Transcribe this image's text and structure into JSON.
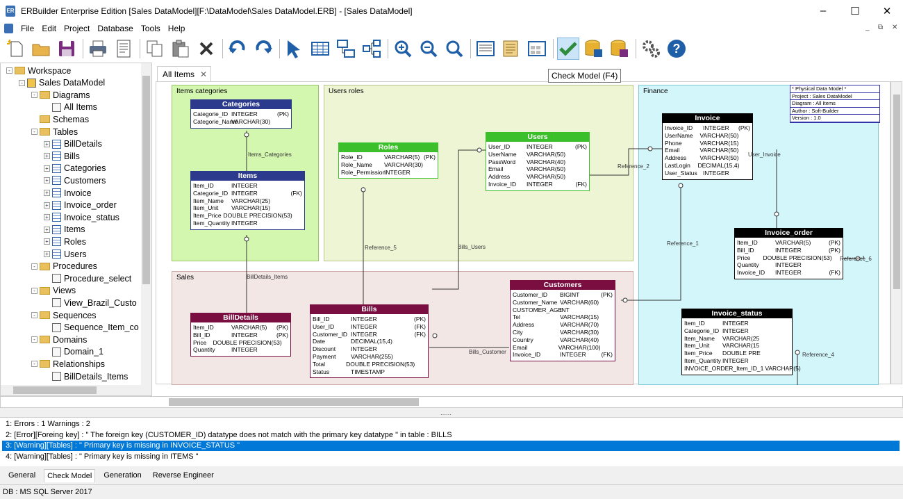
{
  "window": {
    "title": "ERBuilder Enterprise Edition [Sales DataModel][F:\\DataModel\\Sales DataModel.ERB] - [Sales DataModel]",
    "app_icon": "ER"
  },
  "menu": [
    "File",
    "Edit",
    "Project",
    "Database",
    "Tools",
    "Help"
  ],
  "toolbar_icons": [
    "new-icon",
    "open-folder-icon",
    "save-icon",
    "print-icon",
    "print-preview-icon",
    "copy-icon",
    "paste-icon",
    "delete-icon",
    "undo-icon",
    "redo-icon",
    "pointer-icon",
    "table-icon",
    "relationship-icon",
    "link-icon",
    "zoom-in-icon",
    "zoom-out-icon",
    "zoom-fit-icon",
    "note-icon",
    "document-icon",
    "grid-icon",
    "check-model-icon",
    "database-generate-icon",
    "database-save-icon",
    "settings-icon",
    "help-icon"
  ],
  "tooltip": "Check Model (F4)",
  "tree": {
    "items": [
      {
        "label": "Workspace",
        "icon": "folder",
        "level": 0,
        "exp": "-"
      },
      {
        "label": "Sales DataModel",
        "icon": "model",
        "level": 1,
        "exp": "-"
      },
      {
        "label": "Diagrams",
        "icon": "folder",
        "level": 2,
        "exp": "-"
      },
      {
        "label": "All Items",
        "icon": "doc",
        "level": 3,
        "exp": ""
      },
      {
        "label": "Schemas",
        "icon": "folder",
        "level": 2,
        "exp": ""
      },
      {
        "label": "Tables",
        "icon": "folder",
        "level": 2,
        "exp": "-"
      },
      {
        "label": "BillDetails",
        "icon": "table",
        "level": 3,
        "exp": "+"
      },
      {
        "label": "Bills",
        "icon": "table",
        "level": 3,
        "exp": "+"
      },
      {
        "label": "Categories",
        "icon": "table",
        "level": 3,
        "exp": "+"
      },
      {
        "label": "Customers",
        "icon": "table",
        "level": 3,
        "exp": "+"
      },
      {
        "label": "Invoice",
        "icon": "table",
        "level": 3,
        "exp": "+"
      },
      {
        "label": "Invoice_order",
        "icon": "table",
        "level": 3,
        "exp": "+"
      },
      {
        "label": "Invoice_status",
        "icon": "table",
        "level": 3,
        "exp": "+"
      },
      {
        "label": "Items",
        "icon": "table",
        "level": 3,
        "exp": "+"
      },
      {
        "label": "Roles",
        "icon": "table",
        "level": 3,
        "exp": "+"
      },
      {
        "label": "Users",
        "icon": "table",
        "level": 3,
        "exp": "+"
      },
      {
        "label": "Procedures",
        "icon": "folder",
        "level": 2,
        "exp": "-"
      },
      {
        "label": "Procedure_select",
        "icon": "doc",
        "level": 3,
        "exp": ""
      },
      {
        "label": "Views",
        "icon": "folder",
        "level": 2,
        "exp": "-"
      },
      {
        "label": "View_Brazil_Custo",
        "icon": "doc",
        "level": 3,
        "exp": ""
      },
      {
        "label": "Sequences",
        "icon": "folder",
        "level": 2,
        "exp": "-"
      },
      {
        "label": "Sequence_Item_co",
        "icon": "doc",
        "level": 3,
        "exp": ""
      },
      {
        "label": "Domains",
        "icon": "folder",
        "level": 2,
        "exp": "-"
      },
      {
        "label": "Domain_1",
        "icon": "doc",
        "level": 3,
        "exp": ""
      },
      {
        "label": "Relationships",
        "icon": "folder",
        "level": 2,
        "exp": "-"
      },
      {
        "label": "BillDetails_Items",
        "icon": "doc",
        "level": 3,
        "exp": ""
      }
    ]
  },
  "diagram_tab": "All Items",
  "groups": [
    {
      "name": "items-categories",
      "label": "Items categories",
      "color": "#d4f7b0",
      "border": "#9bc46c"
    },
    {
      "name": "users-roles",
      "label": "Users roles",
      "color": "#eef5d5",
      "border": "#b8c48a"
    },
    {
      "name": "finance",
      "label": "Finance",
      "color": "#d3f6fb",
      "border": "#7fc9d6"
    },
    {
      "name": "sales",
      "label": "Sales",
      "color": "#f3e7e6",
      "border": "#cbaaa6"
    }
  ],
  "info_box": [
    "* Physical Data Model *",
    "Project : Sales DataModel",
    "Diagram : All Items",
    "Author : Soft-Builder",
    "Version : 1.0"
  ],
  "entities": [
    {
      "name": "Categories",
      "color": "#2b3a8c",
      "rows": [
        [
          "Categorie_ID",
          "INTEGER",
          "(PK)"
        ],
        [
          "Categorie_Name",
          "VARCHAR(30)",
          ""
        ]
      ]
    },
    {
      "name": "Items",
      "color": "#2b3a8c",
      "rows": [
        [
          "Item_ID",
          "INTEGER",
          ""
        ],
        [
          "Categorie_ID",
          "INTEGER",
          "(FK)"
        ],
        [
          "Item_Name",
          "VARCHAR(25)",
          ""
        ],
        [
          "Item_Unit",
          "VARCHAR(15)",
          ""
        ],
        [
          "Item_Price",
          "DOUBLE PRECISION(53)",
          ""
        ],
        [
          "Item_Quantity",
          "INTEGER",
          ""
        ]
      ]
    },
    {
      "name": "Roles",
      "color": "#3bbf2a",
      "rows": [
        [
          "Role_ID",
          "VARCHAR(5)",
          "(PK)"
        ],
        [
          "Role_Name",
          "VARCHAR(30)",
          ""
        ],
        [
          "Role_Permission",
          "INTEGER",
          ""
        ]
      ]
    },
    {
      "name": "Users",
      "color": "#3bbf2a",
      "rows": [
        [
          "User_ID",
          "INTEGER",
          "(PK)"
        ],
        [
          "UserName",
          "VARCHAR(50)",
          ""
        ],
        [
          "PassWord",
          "VARCHAR(40)",
          ""
        ],
        [
          "Email",
          "VARCHAR(50)",
          ""
        ],
        [
          "Address",
          "VARCHAR(50)",
          ""
        ],
        [
          "Invoice_ID",
          "INTEGER",
          "(FK)"
        ]
      ]
    },
    {
      "name": "Invoice",
      "color": "#000000",
      "rows": [
        [
          "Invoice_ID",
          "INTEGER",
          "(PK)"
        ],
        [
          "UserName",
          "VARCHAR(50)",
          ""
        ],
        [
          "Phone",
          "VARCHAR(15)",
          ""
        ],
        [
          "Email",
          "VARCHAR(50)",
          ""
        ],
        [
          "Address",
          "VARCHAR(50)",
          ""
        ],
        [
          "LastLogin",
          "DECIMAL(15,4)",
          ""
        ],
        [
          "User_Status",
          "INTEGER",
          ""
        ]
      ]
    },
    {
      "name": "Invoice_order",
      "color": "#000000",
      "rows": [
        [
          "Item_ID",
          "VARCHAR(5)",
          "(PK)"
        ],
        [
          "Bill_ID",
          "INTEGER",
          "(PK)"
        ],
        [
          "Price",
          "DOUBLE PRECISION(53)",
          ""
        ],
        [
          "Quantity",
          "INTEGER",
          ""
        ],
        [
          "Invoice_ID",
          "INTEGER",
          "(FK)"
        ]
      ]
    },
    {
      "name": "Invoice_status",
      "color": "#000000",
      "rows": [
        [
          "Item_ID",
          "INTEGER",
          ""
        ],
        [
          "Categorie_ID",
          "INTEGER",
          ""
        ],
        [
          "Item_Name",
          "VARCHAR(25",
          ""
        ],
        [
          "Item_Unit",
          "VARCHAR(15",
          ""
        ],
        [
          "Item_Price",
          "DOUBLE PRE",
          ""
        ],
        [
          "Item_Quantity",
          "INTEGER",
          ""
        ],
        [
          "INVOICE_ORDER_Item_ID_1",
          "VARCHAR(5)",
          ""
        ]
      ]
    },
    {
      "name": "BillDetails",
      "color": "#7a0e40",
      "rows": [
        [
          "Item_ID",
          "VARCHAR(5)",
          "(PK)"
        ],
        [
          "Bill_ID",
          "INTEGER",
          "(PK)"
        ],
        [
          "Price",
          "DOUBLE PRECISION(53)",
          ""
        ],
        [
          "Quantity",
          "INTEGER",
          ""
        ]
      ]
    },
    {
      "name": "Bills",
      "color": "#7a0e40",
      "rows": [
        [
          "Bill_ID",
          "INTEGER",
          "(PK)"
        ],
        [
          "User_ID",
          "INTEGER",
          "(FK)"
        ],
        [
          "Customer_ID",
          "INTEGER",
          "(FK)"
        ],
        [
          "Date",
          "DECIMAL(15,4)",
          ""
        ],
        [
          "Discount",
          "INTEGER",
          ""
        ],
        [
          "Payment",
          "VARCHAR(255)",
          ""
        ],
        [
          "Total",
          "DOUBLE PRECISION(53)",
          ""
        ],
        [
          "Status",
          "TIMESTAMP",
          ""
        ]
      ]
    },
    {
      "name": "Customers",
      "color": "#7a0e40",
      "rows": [
        [
          "Customer_ID",
          "BIGINT",
          "(PK)"
        ],
        [
          "Customer_Name",
          "VARCHAR(60)",
          ""
        ],
        [
          "CUSTOMER_AGE",
          "INT",
          ""
        ],
        [
          "Tel",
          "VARCHAR(15)",
          ""
        ],
        [
          "Address",
          "VARCHAR(70)",
          ""
        ],
        [
          "City",
          "VARCHAR(30)",
          ""
        ],
        [
          "Country",
          "VARCHAR(40)",
          ""
        ],
        [
          "Email",
          "VARCHAR(100)",
          ""
        ],
        [
          "Invoice_ID",
          "INTEGER",
          "(FK)"
        ]
      ]
    }
  ],
  "relationship_labels": [
    "Items_Categories",
    "Reference_5",
    "Bills_Users",
    "Reference_2",
    "User_Invoice",
    "Reference_1",
    "Reference_6",
    "BillDetails_Items",
    "Bills_Customer",
    "Reference_4"
  ],
  "messages": [
    "1:     Errors : 1          Warnings : 2",
    "2:  [Error][Foreing key] : \" The foreign key (CUSTOMER_ID) datatype does not match with the primary key datatype \" in table : BILLS",
    "3:  [Warning][Tables] : \"  Primary key is missing in INVOICE_STATUS \"",
    "4:  [Warning][Tables] : \"  Primary key is missing in ITEMS \""
  ],
  "selected_message": 2,
  "bottom_tabs": [
    "General",
    "Check Model",
    "Generation",
    "Reverse Engineer"
  ],
  "active_bottom_tab": 1,
  "status": "DB : MS SQL Server 2017"
}
